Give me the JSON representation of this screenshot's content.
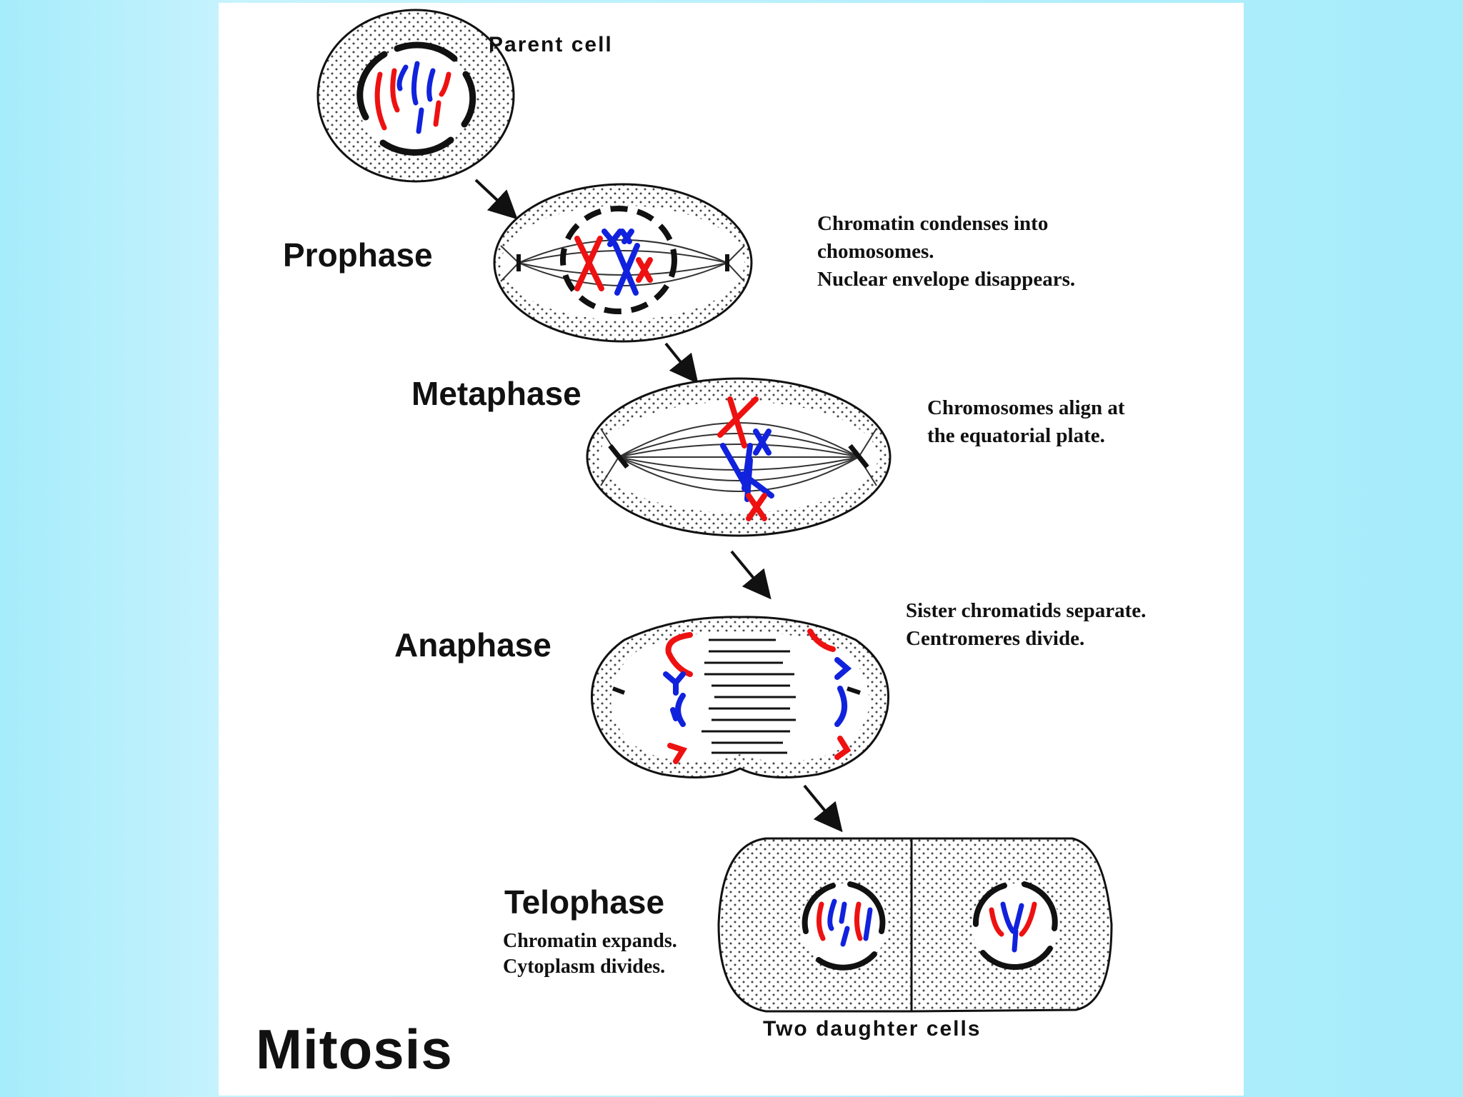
{
  "title": "Mitosis",
  "labels": {
    "parent_cell": "Parent cell",
    "daughter_cells": "Two daughter cells"
  },
  "stages": {
    "prophase": {
      "name": "Prophase",
      "notes": [
        "Chromatin condenses into",
        "chomosomes.",
        "Nuclear envelope disappears."
      ]
    },
    "metaphase": {
      "name": "Metaphase",
      "notes": [
        "Chromosomes align at",
        "the equatorial plate."
      ]
    },
    "anaphase": {
      "name": "Anaphase",
      "notes": [
        "Sister chromatids separate.",
        "Centromeres divide."
      ]
    },
    "telophase": {
      "name": "Telophase",
      "notes": [
        "Chromatin expands.",
        "Cytoplasm divides."
      ]
    }
  },
  "colors": {
    "background": "#a6ecfb",
    "chromosome_red": "#ee1111",
    "chromosome_blue": "#1122dd",
    "outline": "#111111"
  }
}
